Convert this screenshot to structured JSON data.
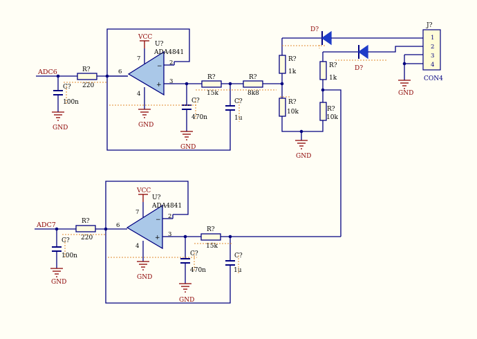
{
  "nets": {
    "adc6": "ADC6",
    "adc7": "ADC7",
    "vcc": "VCC",
    "gnd": "GND"
  },
  "opamp": {
    "designator": "U?",
    "part": "ADA4841",
    "pins": {
      "out": "6",
      "inv": "2",
      "noninv": "3",
      "vcc": "7",
      "gnd": "4"
    },
    "minus": "−",
    "plus": "+"
  },
  "resistors": {
    "designator": "R?",
    "r_in_top": "220",
    "r_15k_top": "15k",
    "r_8k8": "8k8",
    "r_1k_a": "1k",
    "r_10k_a": "10k",
    "r_1k_b": "1k",
    "r_10k_b": "10k",
    "r_in_bot": "220",
    "r_15k_bot": "15k"
  },
  "capacitors": {
    "designator": "C?",
    "c_in_top": "100n",
    "c_470n_top": "470n",
    "c_1u_top": "1u",
    "c_in_bot": "100n",
    "c_470n_bot": "470n",
    "c_1u_bot": "1u"
  },
  "diodes": {
    "designator": "D?"
  },
  "connector": {
    "designator": "J?",
    "part": "CON4",
    "pins": [
      "1",
      "2",
      "3",
      "4"
    ]
  },
  "colors": {
    "wire": "#000080",
    "power": "#8b0000",
    "opamp_fill": "#aac8e8",
    "diode": "#1e3cc8",
    "background": "#fffef5"
  }
}
